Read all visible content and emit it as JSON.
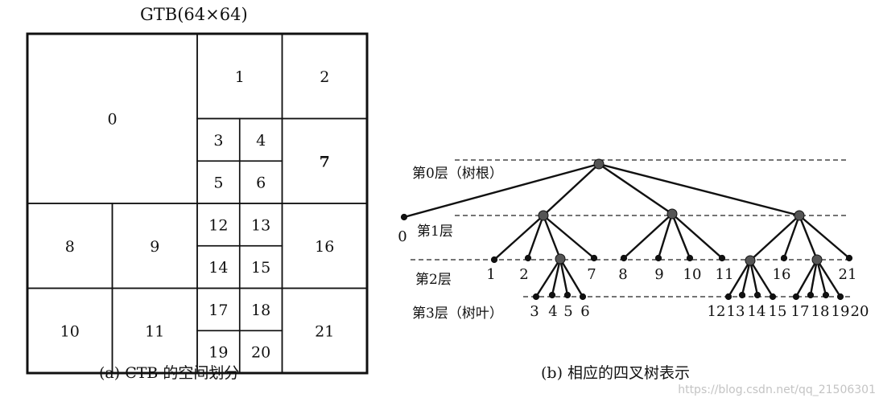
{
  "left_panel": {
    "title": "GTB(64×64)",
    "caption": "(a) CTB 的空间划分",
    "blocks": [
      {
        "label": "0",
        "rect": [
          0,
          0,
          2,
          2
        ]
      },
      {
        "label": "1",
        "rect": [
          2,
          0,
          1,
          1
        ]
      },
      {
        "label": "2",
        "rect": [
          3,
          0,
          1,
          1
        ]
      },
      {
        "label": "3",
        "rect": [
          2,
          1,
          0.5,
          0.5
        ]
      },
      {
        "label": "4",
        "rect": [
          2.5,
          1,
          0.5,
          0.5
        ]
      },
      {
        "label": "5",
        "rect": [
          2,
          1.5,
          0.5,
          0.5
        ]
      },
      {
        "label": "6",
        "rect": [
          2.5,
          1.5,
          0.5,
          0.5
        ]
      },
      {
        "label": "7",
        "rect": [
          3,
          1,
          1,
          1
        ]
      },
      {
        "label": "8",
        "rect": [
          0,
          2,
          1,
          1
        ]
      },
      {
        "label": "9",
        "rect": [
          1,
          2,
          1,
          1
        ]
      },
      {
        "label": "10",
        "rect": [
          0,
          3,
          1,
          1
        ]
      },
      {
        "label": "11",
        "rect": [
          1,
          3,
          1,
          1
        ]
      },
      {
        "label": "12",
        "rect": [
          2,
          2,
          0.5,
          0.5
        ]
      },
      {
        "label": "13",
        "rect": [
          2.5,
          2,
          0.5,
          0.5
        ]
      },
      {
        "label": "14",
        "rect": [
          2,
          2.5,
          0.5,
          0.5
        ]
      },
      {
        "label": "15",
        "rect": [
          2.5,
          2.5,
          0.5,
          0.5
        ]
      },
      {
        "label": "16",
        "rect": [
          3,
          2,
          1,
          1
        ]
      },
      {
        "label": "17",
        "rect": [
          2,
          3,
          0.5,
          0.5
        ]
      },
      {
        "label": "18",
        "rect": [
          2.5,
          3,
          0.5,
          0.5
        ]
      },
      {
        "label": "19",
        "rect": [
          2,
          3.5,
          0.5,
          0.5
        ]
      },
      {
        "label": "20",
        "rect": [
          2.5,
          3.5,
          0.5,
          0.5
        ]
      },
      {
        "label": "21",
        "rect": [
          3,
          3,
          1,
          1
        ]
      }
    ]
  },
  "right_panel": {
    "caption": "(b)  相应的四叉树表示",
    "levels": [
      "第0层（树根）",
      "第1层",
      "第2层",
      "第3层（树叶）"
    ],
    "tree": {
      "children": [
        {
          "label": "0"
        },
        {
          "children": [
            {
              "label": "1"
            },
            {
              "label": "2"
            },
            {
              "children": [
                {
                  "label": "3"
                },
                {
                  "label": "4"
                },
                {
                  "label": "5"
                },
                {
                  "label": "6"
                }
              ]
            },
            {
              "label": "7"
            }
          ]
        },
        {
          "children": [
            {
              "label": "8"
            },
            {
              "label": "9"
            },
            {
              "label": "10"
            },
            {
              "label": "11"
            }
          ]
        },
        {
          "children": [
            {
              "children": [
                {
                  "label": "12"
                },
                {
                  "label": "13"
                },
                {
                  "label": "14"
                },
                {
                  "label": "15"
                }
              ]
            },
            {
              "label": "16"
            },
            {
              "children": [
                {
                  "label": "17"
                },
                {
                  "label": "18"
                },
                {
                  "label": "19"
                },
                {
                  "label": "20"
                }
              ]
            },
            {
              "label": "21"
            }
          ]
        }
      ]
    }
  },
  "watermark": "https://blog.csdn.net/qq_21506301"
}
